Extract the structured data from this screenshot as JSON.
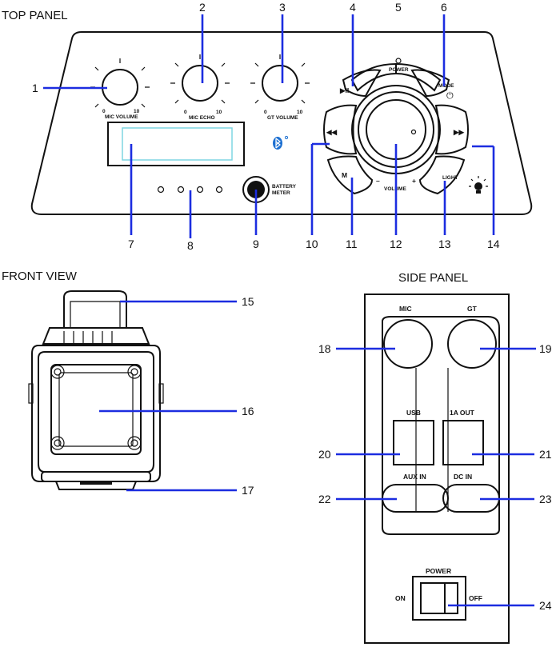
{
  "top_panel": {
    "heading": "TOP PANEL",
    "knobs": [
      {
        "label": "MIC VOLUME",
        "min": "0",
        "max": "10"
      },
      {
        "label": "MIC ECHO",
        "min": "0",
        "max": "10"
      },
      {
        "label": "GT VOLUME",
        "min": "0",
        "max": "10"
      }
    ],
    "power_label": "POWER",
    "mode_label": "MODE",
    "light_label": "LIGHT",
    "m_label": "M",
    "volume_label": "VOLUME",
    "battery_label_line1": "BATTERY",
    "battery_label_line2": "METER",
    "play_pause_glyph": "▶II",
    "prev_glyph": "◀◀",
    "next_glyph": "▶▶",
    "minus_glyph": "–",
    "plus_glyph": "+",
    "power_glyph": "⏻",
    "bluetooth_glyph": "ʙ",
    "callouts": [
      "1",
      "2",
      "3",
      "4",
      "5",
      "6",
      "7",
      "8",
      "9",
      "10",
      "11",
      "12",
      "13",
      "14"
    ]
  },
  "front_view": {
    "heading": "FRONT VIEW",
    "callouts": [
      "15",
      "16",
      "17"
    ]
  },
  "side_panel": {
    "heading": "SIDE PANEL",
    "labels": {
      "mic": "MIC",
      "gt": "GT",
      "usb": "USB",
      "out": "1A OUT",
      "aux": "AUX IN",
      "dc": "DC IN",
      "power": "POWER",
      "on": "ON",
      "off": "OFF"
    },
    "callouts": [
      "18",
      "19",
      "20",
      "21",
      "22",
      "23",
      "24"
    ]
  },
  "colors": {
    "leader": "#1c2de0",
    "outline": "#111111"
  }
}
